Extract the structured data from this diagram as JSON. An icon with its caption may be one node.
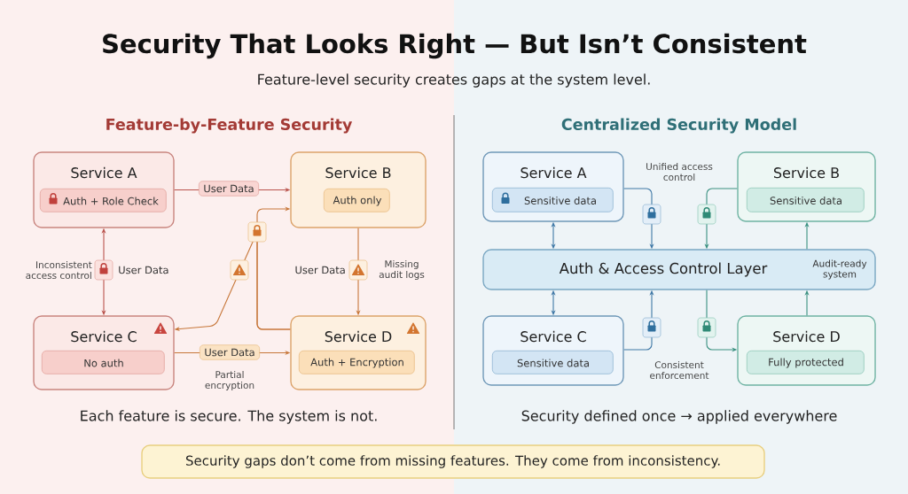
{
  "diagram": {
    "title": "Security That Looks Right — But Isn’t Consistent",
    "nodes": [
      {
        "text": [
          "Service A"
        ]
      },
      {
        "text": [
          "Auth + Role Check"
        ],
        "in": 0
      },
      {
        "text": [
          "Service B"
        ]
      },
      {
        "text": [
          "Auth only"
        ],
        "in": 2
      },
      {
        "text": [
          "Service C"
        ]
      },
      {
        "text": [
          "No auth"
        ],
        "in": 4
      },
      {
        "text": [
          "Service D"
        ]
      },
      {
        "text": [
          "Auth + Encryption"
        ],
        "in": 6
      },
      {
        "text": [
          "Service A"
        ]
      },
      {
        "text": [
          "Sensitive data"
        ],
        "in": 8
      },
      {
        "text": [
          "Service B"
        ]
      },
      {
        "text": [
          "Sensitive data"
        ],
        "in": 10
      },
      {
        "text": [
          "Auth & Access Control Layer",
          "Audit-ready system"
        ]
      },
      {
        "text": [
          "Service C"
        ]
      },
      {
        "text": [
          "Sensitive data"
        ],
        "in": 13
      },
      {
        "text": [
          "Service D"
        ]
      },
      {
        "text": [
          "Fully protected"
        ],
        "in": 15
      },
      {
        "text": [
          "Security gaps don’t come from missing features. They come from inconsistency."
        ]
      }
    ],
    "edges": [
      {
        "from": 0,
        "to": 2,
        "arrow": "to",
        "label": "User Data",
        "color": "#b9534c"
      },
      {
        "from": 0,
        "to": 4,
        "arrow": "both",
        "label": "User Data",
        "color": "#b9534c"
      },
      {
        "from": 2,
        "to": 6,
        "arrow": "to",
        "label": "User Data",
        "color": "#c7773a"
      },
      {
        "from": 4,
        "to": 6,
        "arrow": "to",
        "label": "User Data",
        "color": "#c7773a"
      },
      {
        "from": 6,
        "to": 2,
        "arrow": "to",
        "color": "#c7773a"
      },
      {
        "from": 6,
        "to": 4,
        "arrow": "to",
        "color": "#c7773a"
      },
      {
        "from": 8,
        "to": 12,
        "arrow": "both",
        "color": "#3f78a6"
      },
      {
        "from": 8,
        "to": 12,
        "arrow": "to",
        "color": "#3f78a6"
      },
      {
        "from": 10,
        "to": 12,
        "arrow": "to",
        "color": "#3a9080"
      },
      {
        "from": 12,
        "to": 10,
        "arrow": "to",
        "color": "#3a9080"
      },
      {
        "from": 13,
        "to": 12,
        "arrow": "both",
        "color": "#3f78a6"
      },
      {
        "from": 13,
        "to": 12,
        "arrow": "to",
        "color": "#3f78a6"
      },
      {
        "from": 12,
        "to": 15,
        "arrow": "to",
        "color": "#3a9080"
      },
      {
        "from": 15,
        "to": 12,
        "arrow": "to",
        "color": "#3a9080"
      }
    ],
    "labels": [
      "Feature-level security creates gaps at the system level.",
      "Feature-by-Feature Security",
      "Centralized Security Model",
      "Unified access control",
      "Inconsistent access control",
      "Missing audit logs",
      "Partial encryption",
      "Consistent enforcement",
      "Each feature is secure. The system is not.",
      "Security defined once → applied everywhere"
    ]
  }
}
